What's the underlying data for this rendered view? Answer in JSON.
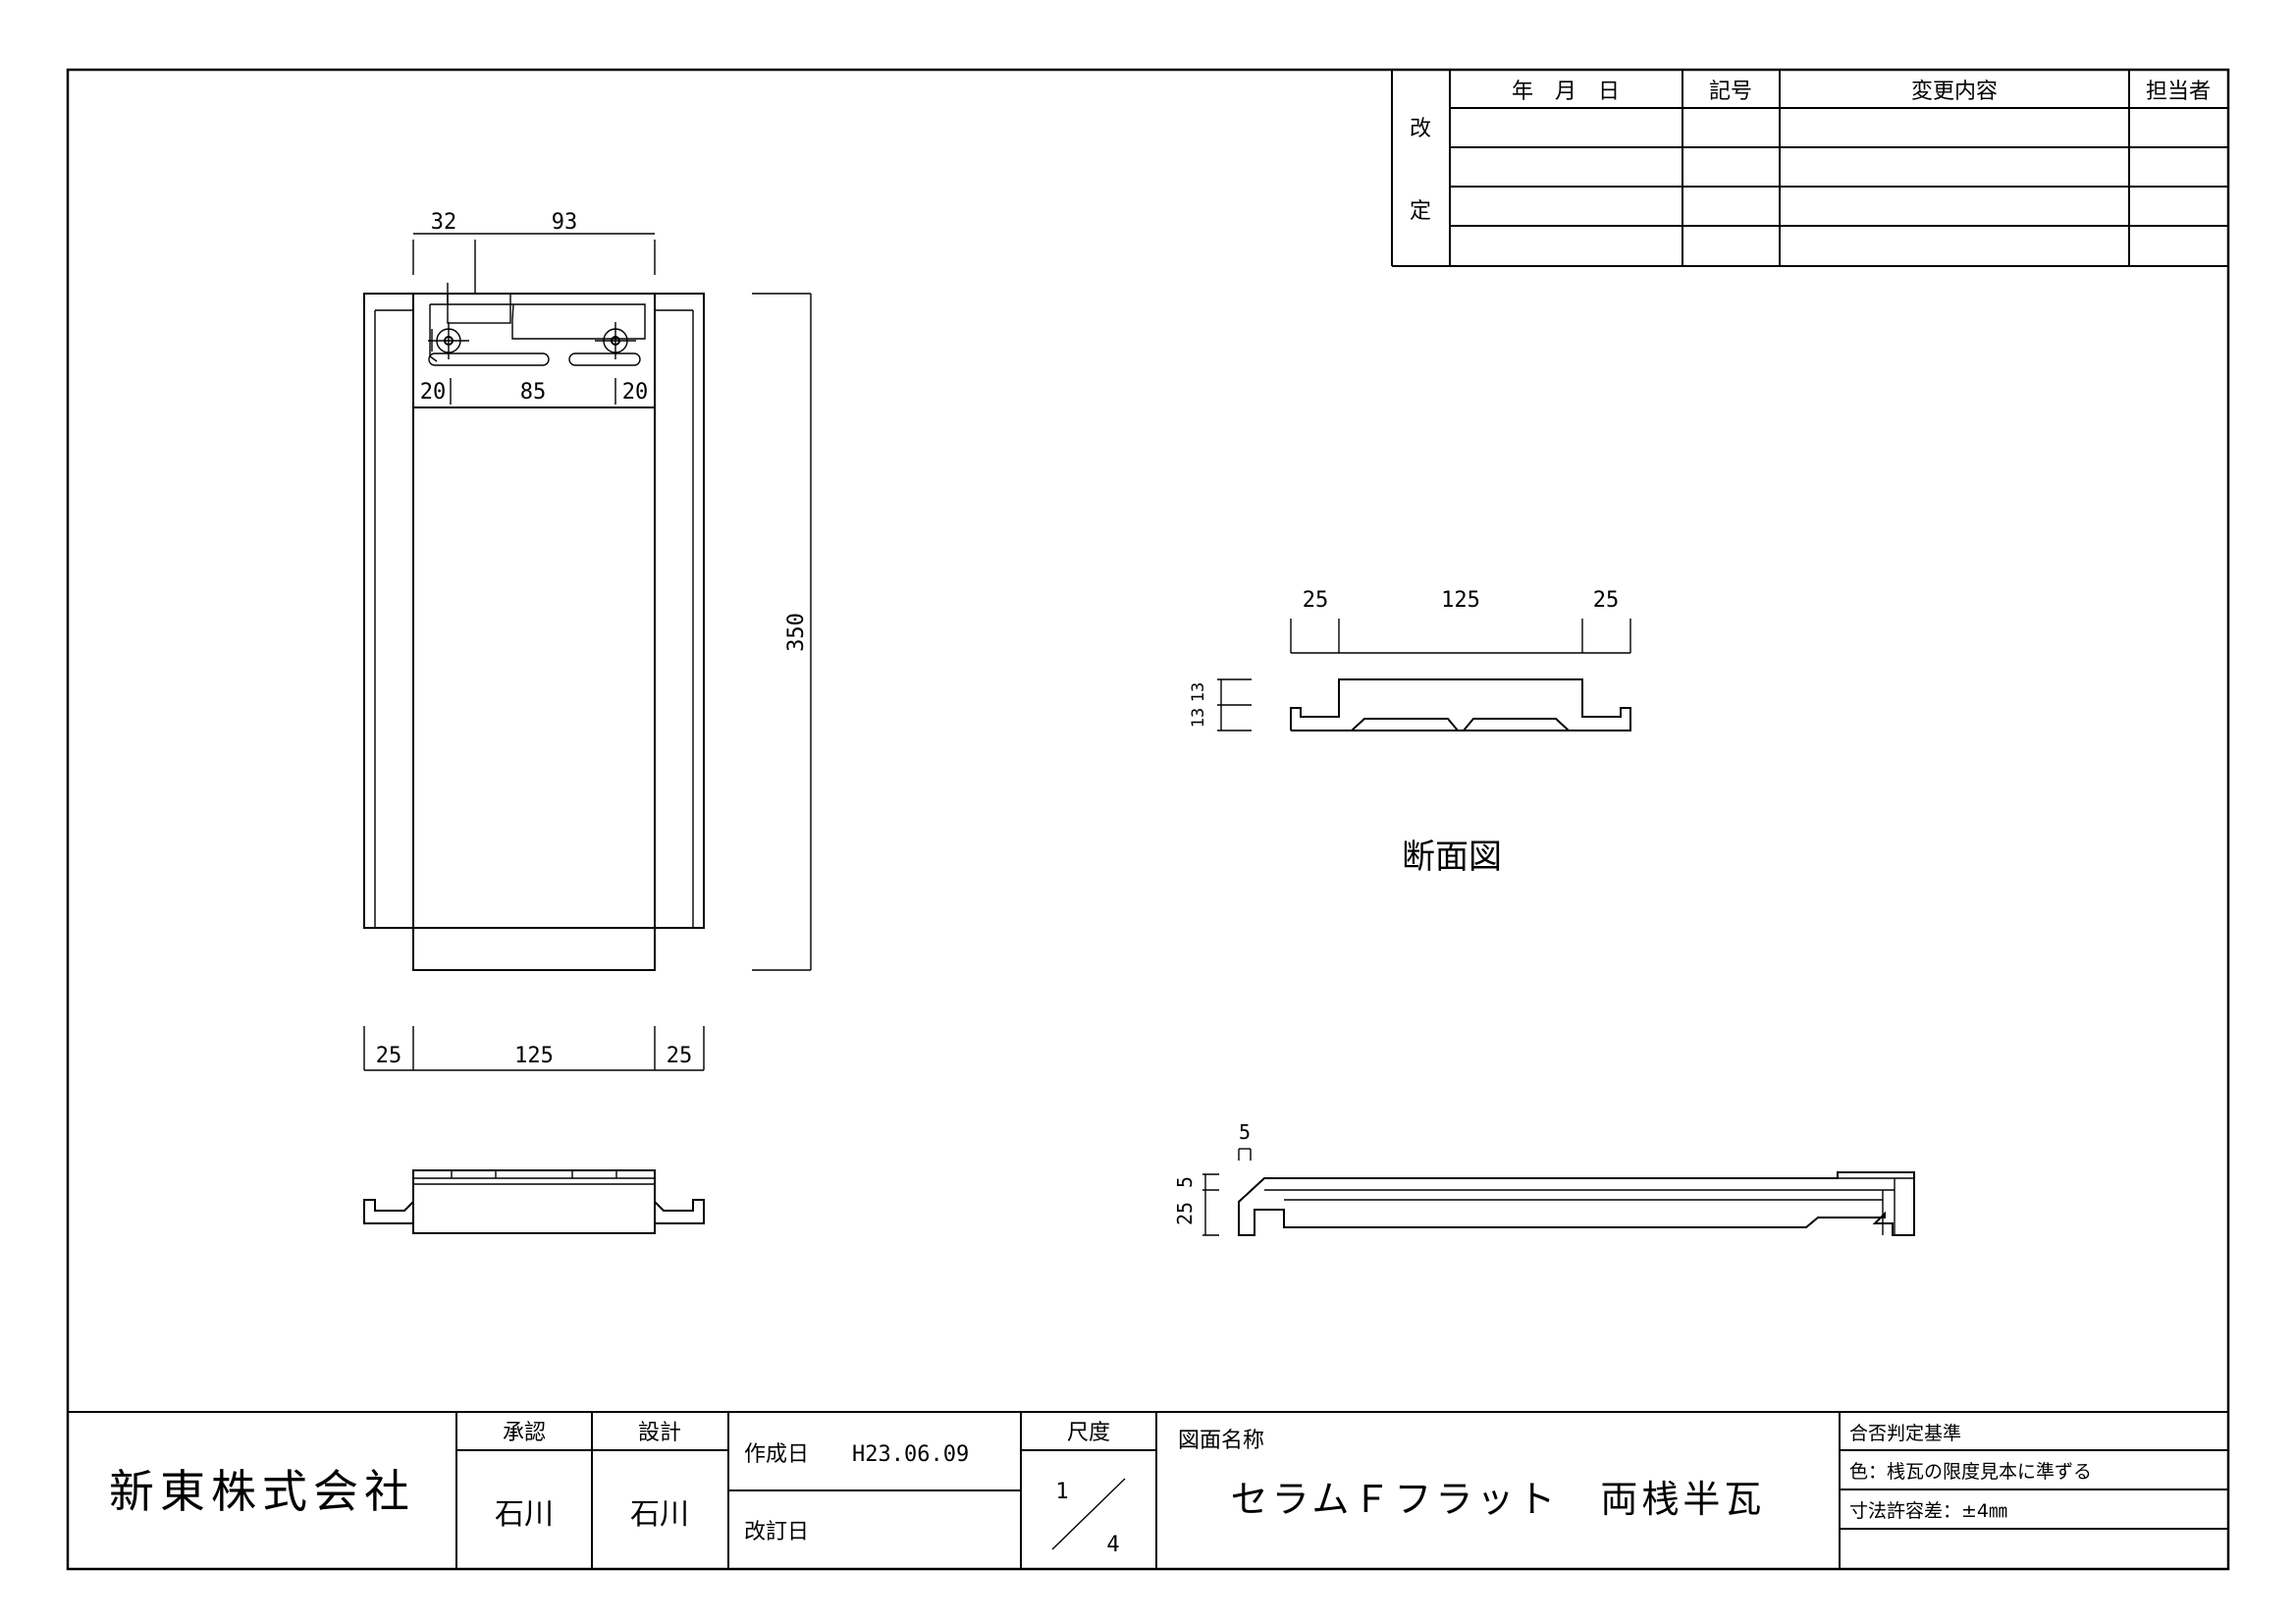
{
  "revision_table": {
    "side_label_top": "改",
    "side_label_bottom": "定",
    "headers": [
      "年　月　日",
      "記号",
      "変更内容",
      "担当者"
    ],
    "rows": [
      [
        "",
        "",
        "",
        ""
      ],
      [
        "",
        "",
        "",
        ""
      ],
      [
        "",
        "",
        "",
        ""
      ],
      [
        "",
        "",
        "",
        ""
      ]
    ]
  },
  "front_view": {
    "dim_top": [
      "32",
      "93"
    ],
    "dim_holes": [
      "20",
      "85",
      "20"
    ],
    "dim_height": "350",
    "dim_width": [
      "25",
      "125",
      "25"
    ]
  },
  "section_view": {
    "title": "断面図",
    "dim_top": [
      "25",
      "125",
      "25"
    ],
    "dim_height": [
      "13",
      "13"
    ]
  },
  "side_view": {
    "dim_small": "5",
    "dim_height": [
      "25",
      "5"
    ]
  },
  "title_block": {
    "company": "新東株式会社",
    "approval_label": "承認",
    "approval_name": "石川",
    "design_label": "設計",
    "design_name": "石川",
    "created_label": "作成日",
    "created_date": "H23.06.09",
    "revised_label": "改訂日",
    "scale_label": "尺度",
    "scale_num": "1",
    "scale_den": "4",
    "drawing_name_label": "図面名称",
    "drawing_name": "セラムＦフラット　両桟半瓦",
    "criteria_title": "合否判定基準",
    "criteria": [
      "色：桟瓦の限度見本に準ずる",
      "寸法許容差：±4㎜",
      ""
    ]
  }
}
